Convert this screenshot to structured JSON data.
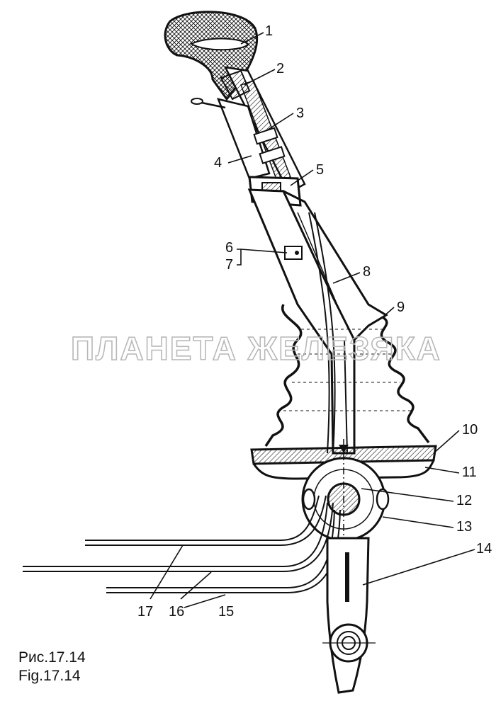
{
  "figure": {
    "caption_ru": "Рис.17.14",
    "caption_en": "Fig.17.14",
    "watermark": "ПЛАНЕТА ЖЕЛЕЗЯКА"
  },
  "callouts": [
    "1",
    "2",
    "3",
    "4",
    "5",
    "6",
    "7",
    "8",
    "9",
    "10",
    "11",
    "12",
    "13",
    "14",
    "15",
    "16",
    "17"
  ],
  "colors": {
    "ink": "#111111",
    "paper": "#ffffff",
    "watermark": "#b8b8b8"
  }
}
